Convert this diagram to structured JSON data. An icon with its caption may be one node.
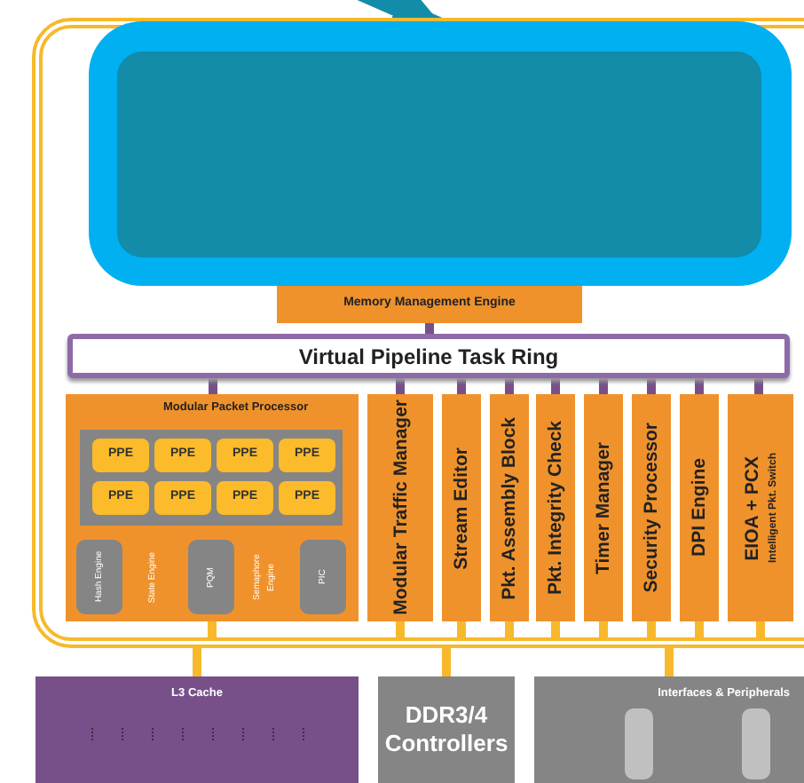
{
  "diagram": {
    "nodes": [
      {
        "text": [],
        "shape": "box"
      },
      {
        "text": [],
        "shape": "box",
        "in": 0
      },
      {
        "text": [],
        "shape": "box",
        "in": 1
      },
      {
        "text": [
          "Memory Management Engine"
        ],
        "in": 0
      },
      {
        "text": [
          "Virtual Pipeline Task Ring"
        ],
        "in": 0
      },
      {
        "text": [
          "Modular Packet Processor"
        ],
        "in": 0
      },
      {
        "text": [],
        "shape": "box",
        "in": 5
      },
      {
        "text": [
          "PPE"
        ],
        "in": 6
      },
      {
        "text": [
          "PPE"
        ],
        "in": 6
      },
      {
        "text": [
          "PPE"
        ],
        "in": 6
      },
      {
        "text": [
          "PPE"
        ],
        "in": 6
      },
      {
        "text": [
          "PPE"
        ],
        "in": 6
      },
      {
        "text": [
          "PPE"
        ],
        "in": 6
      },
      {
        "text": [
          "PPE"
        ],
        "in": 6
      },
      {
        "text": [
          "PPE"
        ],
        "in": 6
      },
      {
        "text": [
          "Hash Engine"
        ],
        "in": 5
      },
      {
        "text": [
          "PQM"
        ],
        "in": 5
      },
      {
        "text": [
          "PIC"
        ],
        "in": 5
      },
      {
        "text": [
          "Modular Traffic Manager"
        ],
        "in": 0
      },
      {
        "text": [
          "Stream Editor"
        ],
        "in": 0
      },
      {
        "text": [
          "Pkt. Assembly Block"
        ],
        "in": 0
      },
      {
        "text": [
          "Pkt. Integrity Check"
        ],
        "in": 0
      },
      {
        "text": [
          "Timer Manager"
        ],
        "in": 0
      },
      {
        "text": [
          "Security Processor"
        ],
        "in": 0
      },
      {
        "text": [
          "DPI Engine"
        ],
        "in": 0
      },
      {
        "text": [
          "EIOA + PCX",
          "Intelligent Pkt. Switch"
        ],
        "in": 0
      },
      {
        "text": [
          "L3 Cache"
        ]
      },
      {
        "text": [
          "DDR3/4 Controllers"
        ]
      },
      {
        "text": [
          "Interfaces & Peripherals"
        ]
      }
    ],
    "edges": [
      {
        "from": null,
        "to": 1,
        "arrow": "to",
        "color": "#128ca9",
        "style": "thick"
      },
      {
        "from": 3,
        "to": 4,
        "arrow": "none",
        "color": "#77508a"
      },
      {
        "from": 4,
        "to": 5,
        "arrow": "none",
        "color": "#77508a"
      },
      {
        "from": 4,
        "to": 18,
        "arrow": "none",
        "color": "#77508a"
      },
      {
        "from": 4,
        "to": 19,
        "arrow": "none",
        "color": "#77508a"
      },
      {
        "from": 4,
        "to": 20,
        "arrow": "none",
        "color": "#77508a"
      },
      {
        "from": 4,
        "to": 21,
        "arrow": "none",
        "color": "#77508a"
      },
      {
        "from": 4,
        "to": 22,
        "arrow": "none",
        "color": "#77508a"
      },
      {
        "from": 4,
        "to": 23,
        "arrow": "none",
        "color": "#77508a"
      },
      {
        "from": 4,
        "to": 24,
        "arrow": "none",
        "color": "#77508a"
      },
      {
        "from": 4,
        "to": 25,
        "arrow": "none",
        "color": "#77508a"
      },
      {
        "from": 5,
        "to": 0,
        "arrow": "none"
      },
      {
        "from": 18,
        "to": 0,
        "arrow": "none"
      },
      {
        "from": 19,
        "to": 0,
        "arrow": "none"
      },
      {
        "from": 20,
        "to": 0,
        "arrow": "none"
      },
      {
        "from": 21,
        "to": 0,
        "arrow": "none"
      },
      {
        "from": 22,
        "to": 0,
        "arrow": "none"
      },
      {
        "from": 23,
        "to": 0,
        "arrow": "none"
      },
      {
        "from": 24,
        "to": 0,
        "arrow": "none"
      },
      {
        "from": 25,
        "to": 0,
        "arrow": "none"
      },
      {
        "from": 0,
        "to": 26,
        "arrow": "none"
      },
      {
        "from": 0,
        "to": 27,
        "arrow": "none"
      },
      {
        "from": 0,
        "to": 28,
        "arrow": "none"
      }
    ],
    "labels": [
      "State Engine",
      "Semaphore Engine"
    ]
  }
}
